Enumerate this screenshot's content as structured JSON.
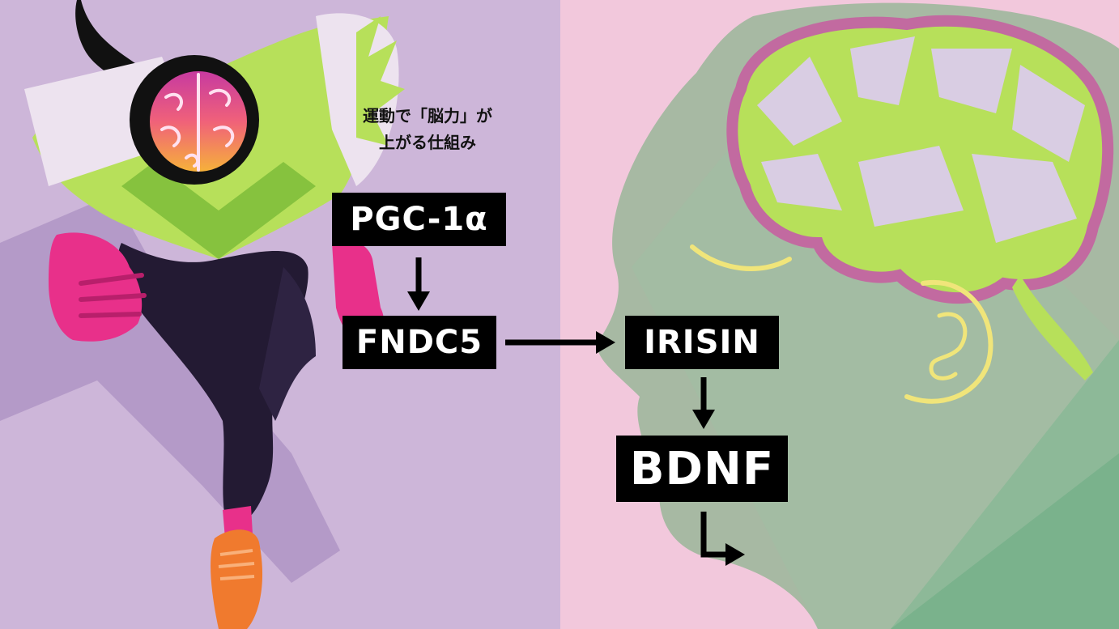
{
  "caption": {
    "line1": "運動で「脳力」が",
    "line2": "上がる仕組み"
  },
  "nodes": {
    "pgc": "PGC-1α",
    "fndc5": "FNDC5",
    "irisin": "IRISIN",
    "bdnf": "BDNF"
  },
  "colors": {
    "left_background": "#cdb6d9",
    "right_background": "#f2c8dc",
    "head_green": "#8fbf9a",
    "lime": "#b7e05a",
    "brain_pink": "#d06aa8",
    "shoe_orange": "#f07a2e",
    "glove_pink": "#e8308a",
    "box_black": "#000000",
    "box_text": "#ffffff"
  }
}
